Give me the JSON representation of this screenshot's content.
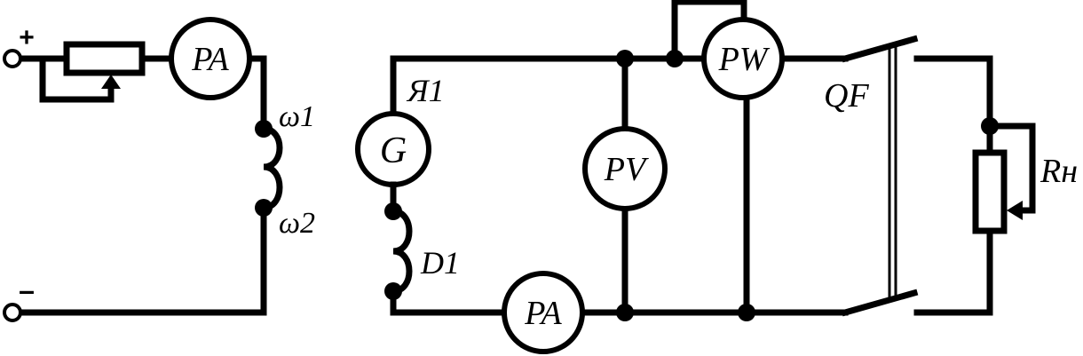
{
  "left_circuit": {
    "terminal_plus": "+",
    "terminal_minus": "–",
    "ammeter": "PA",
    "winding_start": "ω1",
    "winding_end": "ω2"
  },
  "right_circuit": {
    "generator": "G",
    "armature_label": "Я1",
    "field_winding_label": "D1",
    "ammeter": "PA",
    "voltmeter": "PV",
    "wattmeter": "PW",
    "breaker_label": "QF",
    "load_label": "Rн"
  }
}
